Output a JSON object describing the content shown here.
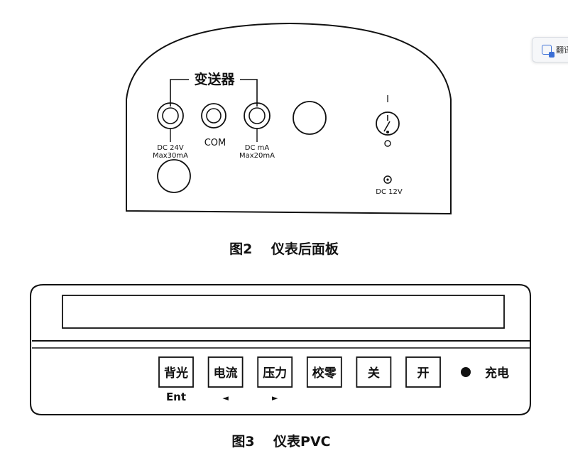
{
  "figure2": {
    "caption": "图2    仪表后面板",
    "group_label": "变送器",
    "jack_left_label_line1": "DC  24V",
    "jack_left_label_line2": "Max30mA",
    "jack_com_label": "COM",
    "jack_right_label_line1": "DC  mA",
    "jack_right_label_line2": "Max20mA",
    "switch_on_mark": "I",
    "power_jack_label": "DC  12V"
  },
  "figure3": {
    "caption": "图3    仪表PVC",
    "buttons": [
      {
        "label": "背光",
        "sublabel": "Ent"
      },
      {
        "label": "电流",
        "sublabel": "◄"
      },
      {
        "label": "压力",
        "sublabel": "►"
      },
      {
        "label": "校零",
        "sublabel": ""
      },
      {
        "label": "关",
        "sublabel": ""
      },
      {
        "label": "开",
        "sublabel": ""
      }
    ],
    "charge_label": "充电"
  },
  "translate_widget": {
    "label": "翻译",
    "icon": "translate-icon",
    "accent": "#3b6fd6"
  }
}
